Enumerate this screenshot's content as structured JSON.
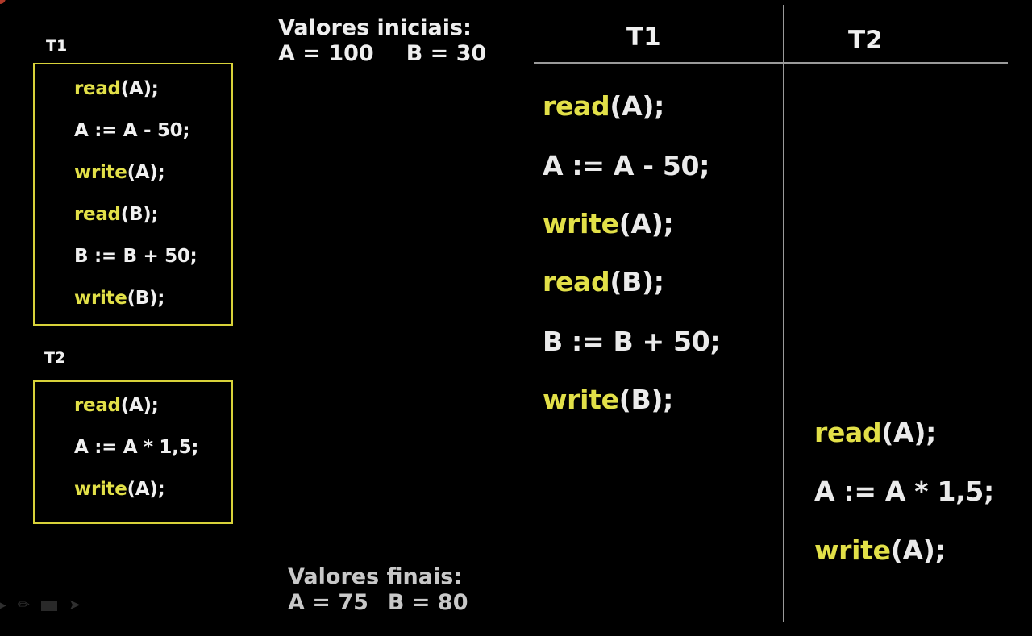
{
  "left_panel": {
    "t1_label": "T1",
    "t1_box": [
      {
        "kw": "read",
        "rest": "(A);"
      },
      {
        "kw": "",
        "rest": "A := A - 50;"
      },
      {
        "kw": "write",
        "rest": "(A);"
      },
      {
        "kw": "read",
        "rest": "(B);"
      },
      {
        "kw": "",
        "rest": "B := B + 50;"
      },
      {
        "kw": "write",
        "rest": "(B);"
      }
    ],
    "t2_label": "T2",
    "t2_box": [
      {
        "kw": "read",
        "rest": "(A);"
      },
      {
        "kw": "",
        "rest": "A := A * 1,5;"
      },
      {
        "kw": "write",
        "rest": "(A);"
      }
    ]
  },
  "initial_values": {
    "title": "Valores iniciais:",
    "a": "A = 100",
    "b": "B = 30"
  },
  "final_values": {
    "title": "Valores finais:",
    "a": "A = 75",
    "b": "B = 80"
  },
  "schedule": {
    "col_t1": "T1",
    "col_t2": "T2",
    "t1_lines": [
      {
        "kw": "read",
        "rest": "(A);"
      },
      {
        "kw": "",
        "rest": "A := A - 50;"
      },
      {
        "kw": "write",
        "rest": "(A);"
      },
      {
        "kw": "read",
        "rest": "(B);"
      },
      {
        "kw": "",
        "rest": "B := B + 50;"
      },
      {
        "kw": "write",
        "rest": "(B);"
      }
    ],
    "t2_lines": [
      {
        "kw": "read",
        "rest": "(A);"
      },
      {
        "kw": "",
        "rest": "A := A * 1,5;"
      },
      {
        "kw": "write",
        "rest": "(A);"
      }
    ]
  },
  "player_toolbar": {
    "icons": [
      "pointer-icon",
      "pen-icon",
      "whiteboard-icon",
      "forward-icon"
    ]
  },
  "colors": {
    "keyword": "#e2e048",
    "box_border": "#d8d23a",
    "text": "#eaeaea",
    "background": "#000000"
  }
}
